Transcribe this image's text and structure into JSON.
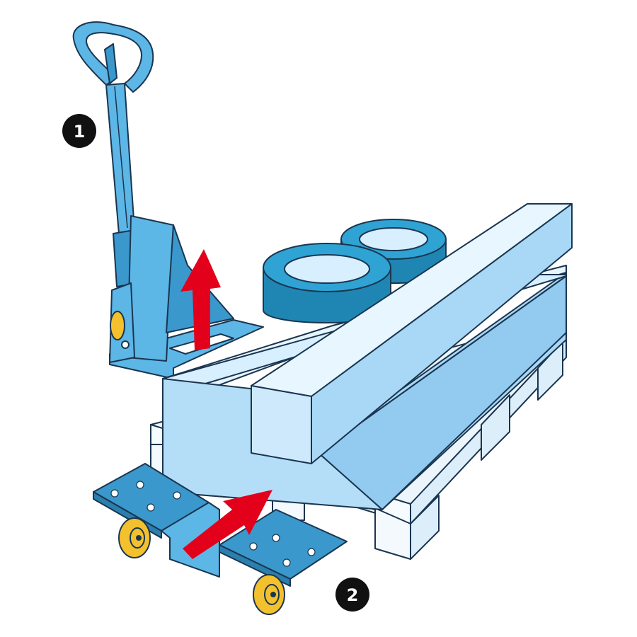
{
  "steps": [
    {
      "label": "1",
      "meaning": "lift"
    },
    {
      "label": "2",
      "meaning": "slide-under-pallet"
    }
  ],
  "colors": {
    "outline": "#1a3550",
    "jack_blue": "#5cb6e6",
    "jack_blue_dark": "#3a98cc",
    "cargo_light": "#d8efff",
    "cargo_mid": "#b4def8",
    "cargo_shadow": "#92cbef",
    "tire": "#2fa3d3",
    "tire_dark": "#1f86b3",
    "pallet": "#ecf5fb",
    "arrow": "#e3001b",
    "wheel": "#f3c12e",
    "marker": "#111111"
  }
}
